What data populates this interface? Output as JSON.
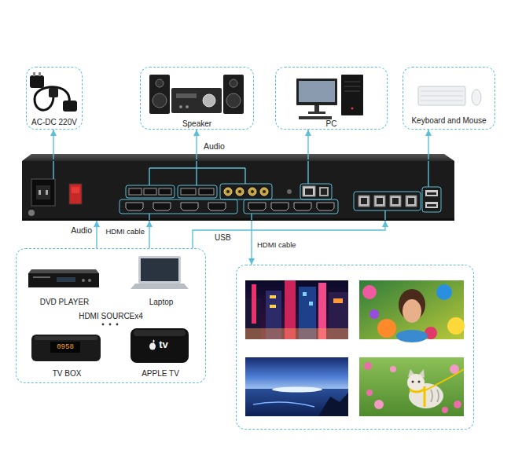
{
  "diagram": {
    "nodes": [
      {
        "text": [
          "AC-DC 220V"
        ]
      },
      {
        "text": [
          "Speaker"
        ]
      },
      {
        "text": [
          "PC"
        ]
      },
      {
        "text": [
          "Keyboard and Mouse"
        ]
      },
      {
        "text": []
      },
      {
        "text": [
          "HDMI SOURCEx4"
        ]
      },
      {
        "text": [
          "DVD PLAYER"
        ],
        "in": 5
      },
      {
        "text": [
          "Laptop"
        ],
        "in": 5
      },
      {
        "text": [
          "TV BOX"
        ],
        "in": 5
      },
      {
        "text": [
          "APPLE TV"
        ],
        "in": 5
      },
      {
        "text": []
      }
    ],
    "edges": [
      {
        "from": 4,
        "to": 0,
        "arrow": "to"
      },
      {
        "from": 4,
        "to": 1,
        "label": "Audio",
        "arrow": "to"
      },
      {
        "from": 4,
        "to": 2,
        "arrow": "to"
      },
      {
        "from": 4,
        "to": 3,
        "arrow": "to"
      },
      {
        "from": 5,
        "to": 4,
        "label": "Audio",
        "arrow": "to"
      },
      {
        "from": 5,
        "to": 4,
        "label": "HDMI cable",
        "arrow": "to"
      },
      {
        "from": 5,
        "to": 4,
        "label": "USB",
        "arrow": "to"
      },
      {
        "from": 4,
        "to": 10,
        "label": "HDMI cable",
        "arrow": "to"
      }
    ],
    "labels": [
      "0958",
      "tv"
    ]
  }
}
